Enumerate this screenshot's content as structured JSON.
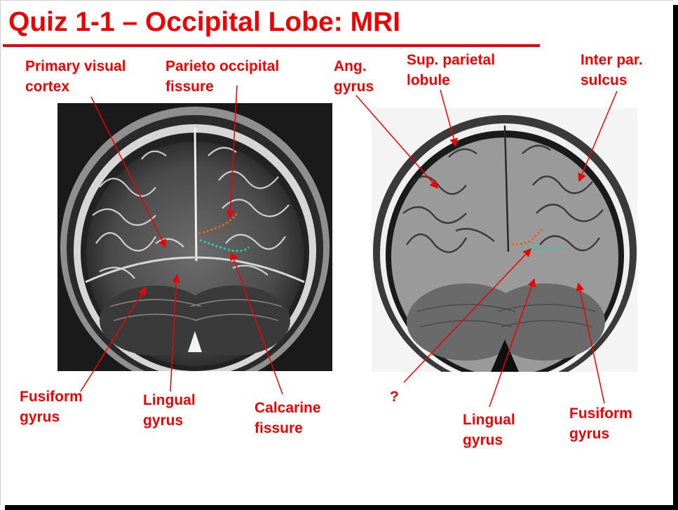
{
  "slide": {
    "title": "Quiz 1-1 – Occipital Lobe: MRI"
  },
  "left_image": {
    "labels": {
      "primary_visual_cortex": "Primary visual\ncortex",
      "parieto_occipital_fissure": "Parieto occipital\nfissure",
      "fusiform_gyrus": "Fusiform\ngyrus",
      "lingual_gyrus": "Lingual\ngyrus",
      "calcarine_fissure": "Calcarine\nfissure"
    }
  },
  "right_image": {
    "labels": {
      "angular_gyrus": "Ang.\ngyrus",
      "superior_parietal_lobule": "Sup. parietal\nlobule",
      "inter_parietal_sulcus": "Inter par.\nsulcus",
      "question": "?",
      "lingual_gyrus": "Lingual\ngyrus",
      "fusiform_gyrus": "Fusiform\ngyrus"
    }
  },
  "colors": {
    "label_red": "#ee0000",
    "parieto_occipital_trace": "#e0641e",
    "calcarine_trace": "#2ec8b0"
  }
}
